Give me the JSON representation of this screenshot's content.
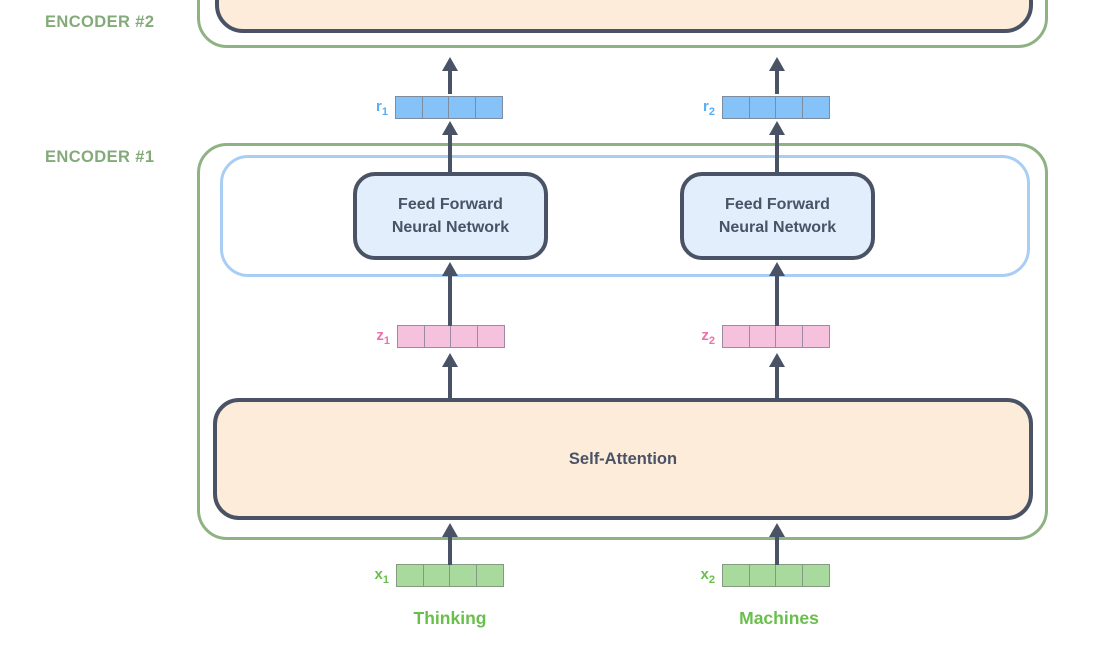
{
  "colors": {
    "encoder-border": "#8fb282",
    "encoder-label": "#84aa7a",
    "inner-blue-border": "#a9cef5",
    "dark-border": "#495365",
    "dark-text": "#4a5365",
    "ffnn-fill": "#e3eefc",
    "self-attention-fill": "#fcecd9",
    "arrow": "#495365",
    "vector-r-fill": "#85c2f8",
    "vector-r-border": "#7e8ca0",
    "vector-r-label": "#56aef5",
    "vector-z-fill": "#f5c1dd",
    "vector-z-border": "#9b8ba2",
    "vector-z-label": "#f06fad",
    "vector-x-fill": "#a9da9d",
    "vector-x-border": "#849a81",
    "vector-x-label": "#69bf4c",
    "word-label": "#69bf4c"
  },
  "encoder2": {
    "label": "ENCODER #2"
  },
  "encoder1": {
    "label": "ENCODER #1",
    "ffnn1": {
      "line1": "Feed Forward",
      "line2": "Neural Network"
    },
    "ffnn2": {
      "line1": "Feed Forward",
      "line2": "Neural Network"
    },
    "self_attention": "Self-Attention"
  },
  "vectors": {
    "r1": {
      "base": "r",
      "sub": "1"
    },
    "r2": {
      "base": "r",
      "sub": "2"
    },
    "z1": {
      "base": "z",
      "sub": "1"
    },
    "z2": {
      "base": "z",
      "sub": "2"
    },
    "x1": {
      "base": "x",
      "sub": "1"
    },
    "x2": {
      "base": "x",
      "sub": "2"
    }
  },
  "words": {
    "w1": "Thinking",
    "w2": "Machines"
  }
}
